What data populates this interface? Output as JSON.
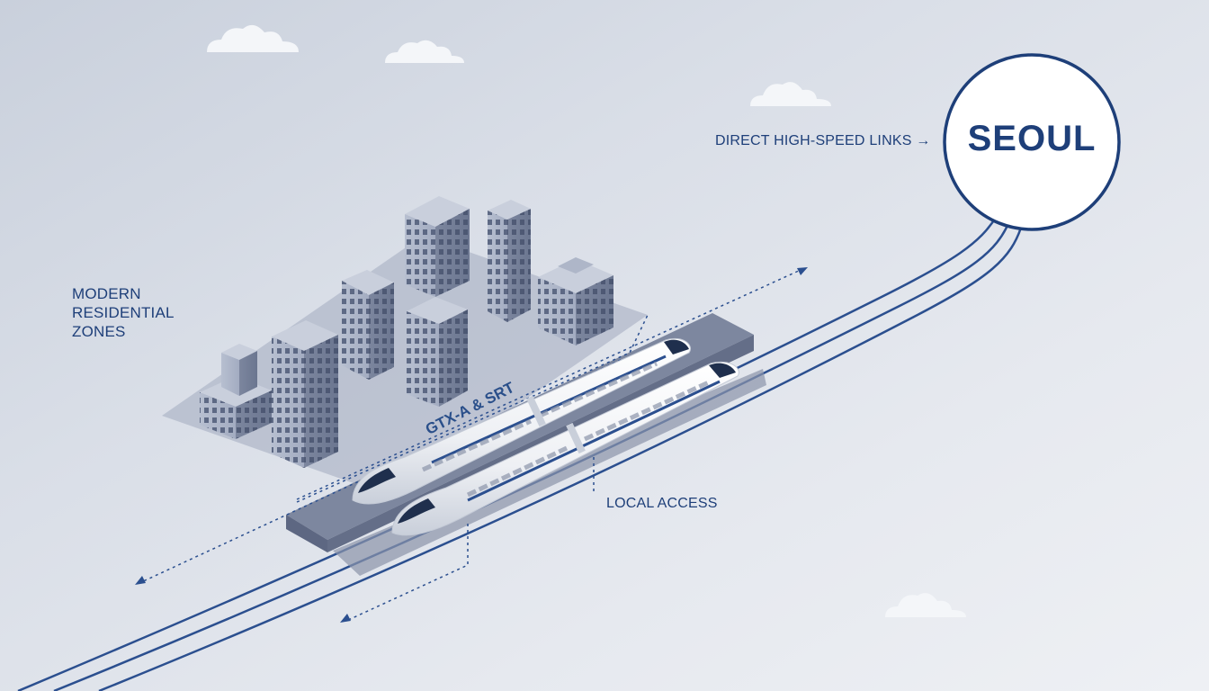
{
  "labels": {
    "residential": [
      "MODERN",
      "RESIDENTIAL",
      "ZONES"
    ],
    "links": "DIRECT HIGH-SPEED LINKS →",
    "destination": "SEOUL",
    "train": "GTX-A & SRT",
    "local": "LOCAL ACCESS"
  },
  "colors": {
    "accent": "#1e3f79",
    "building": "#9fa8bd",
    "platform": "#6e7891",
    "train_body": "#f5f6f8"
  }
}
